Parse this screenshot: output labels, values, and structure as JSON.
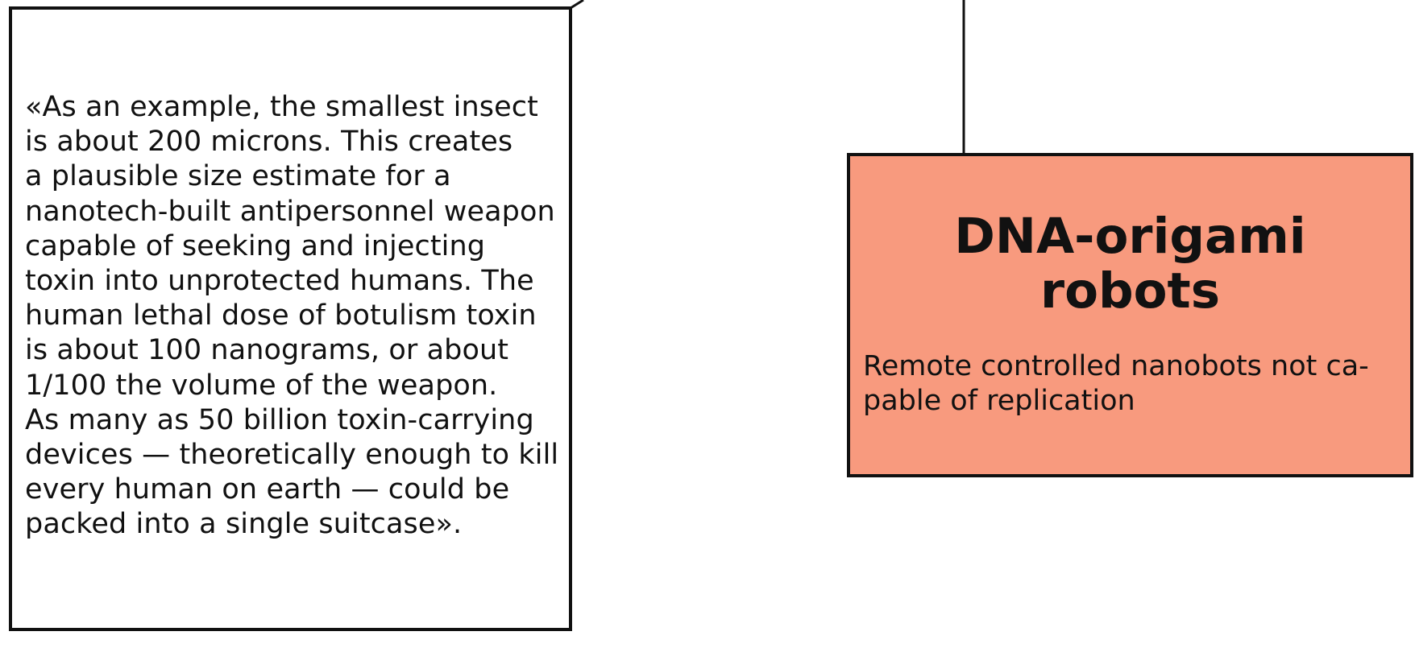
{
  "quote_node": {
    "text": "«As an example, the smallest insect\nis about 200 microns. This creates\na plausible size estimate for a\nnanotech-built antipersonnel weapon\ncapable of seeking and injecting\ntoxin into unprotected humans. The\nhuman lethal dose of botulism toxin\nis about 100 nanograms, or about\n1/100 the volume of the weapon.\nAs many as 50 billion toxin-carrying\ndevices — theoretically enough to kill\nevery human on earth — could be\npacked into a single suitcase»."
  },
  "robot_node": {
    "title": "DNA-origami\nrobots",
    "description": "Remote controlled nanobots not ca-\npable of replication",
    "fill_color": "#f89a7e"
  },
  "colors": {
    "border": "#111111",
    "background": "#ffffff"
  }
}
